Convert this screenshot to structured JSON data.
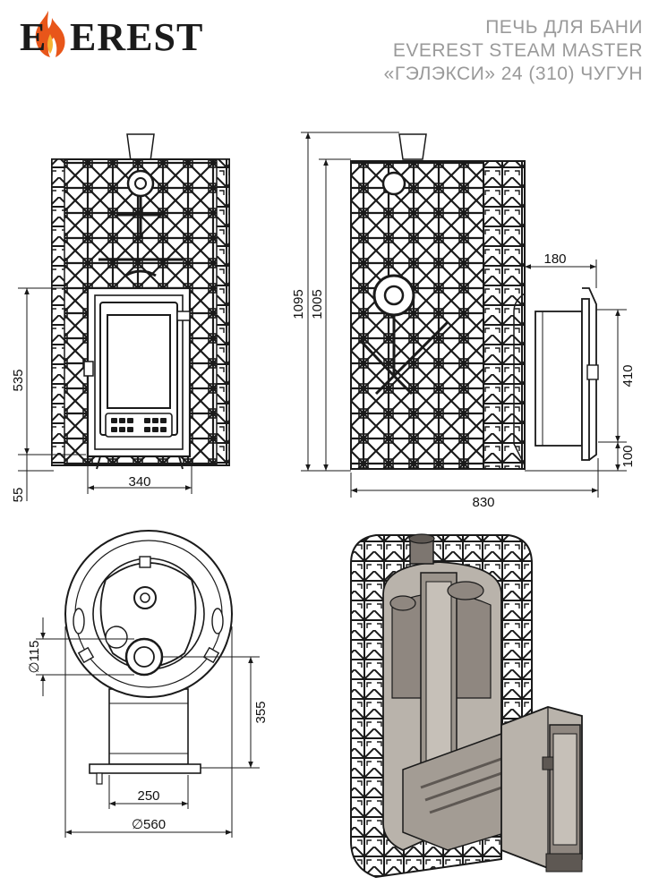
{
  "brand": {
    "logo_text": "EVEREST",
    "colors": {
      "flame_outer": "#e8561a",
      "flame_inner": "#f7b233",
      "logo_dark": "#1b1b1b"
    }
  },
  "title": {
    "line1": "ПЕЧЬ ДЛЯ БАНИ",
    "line2": "EVEREST STEAM MASTER",
    "line3": "«ГЭЛЭКСИ» 24 (310) ЧУГУН"
  },
  "dimensions": {
    "front_height_firebox": "535",
    "front_base_height": "55",
    "front_door_width": "340",
    "side_total_height": "1095",
    "side_body_height": "1005",
    "side_tunnel_depth": "180",
    "side_tunnel_height": "410",
    "side_tunnel_offset": "100",
    "side_total_depth": "830",
    "top_chimney_diameter": "∅115",
    "top_tunnel_length": "355",
    "top_tunnel_width": "250",
    "top_body_diameter": "∅560"
  },
  "colors": {
    "line": "#1a1a1a",
    "cutaway_light": "#b9b3ab",
    "cutaway_mid": "#8f8780",
    "cutaway_dark": "#5e5853",
    "title_gray": "#9a9a9a"
  }
}
